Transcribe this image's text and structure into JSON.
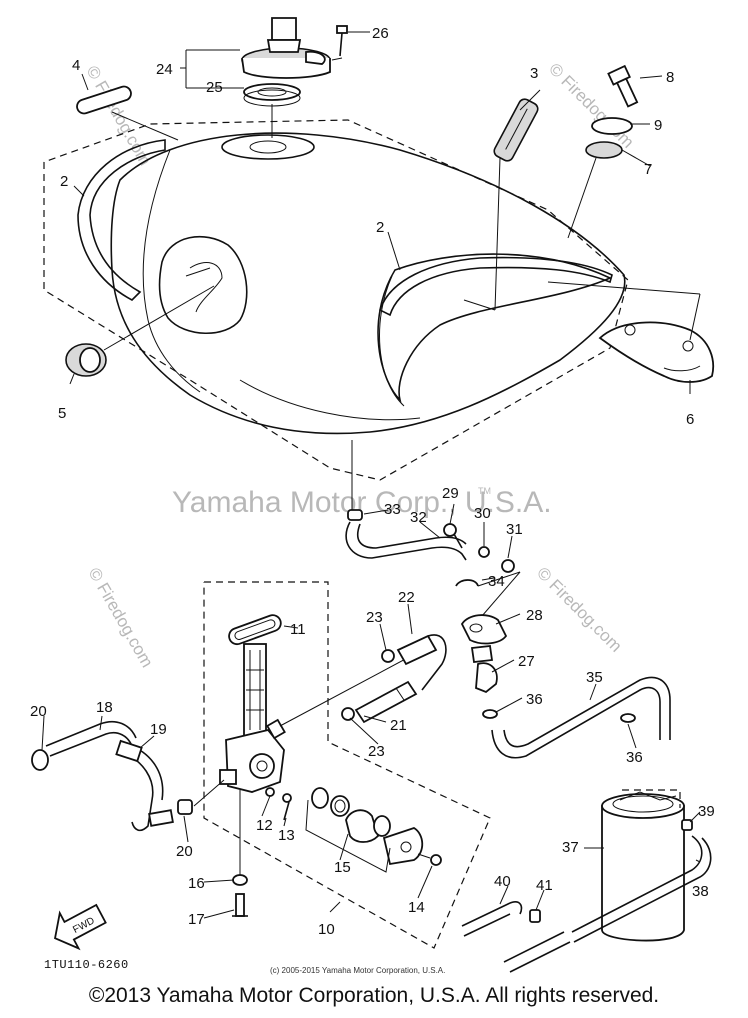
{
  "watermarks": {
    "main": "Yamaha Motor Corp., U.S.A.",
    "firedog": "© Firedog.com",
    "tm": "TM"
  },
  "diagram_code": "1TU110-6260",
  "small_copyright": "(c) 2005-2015 Yamaha Motor Corporation, U.S.A.",
  "copyright": "©2013 Yamaha Motor Corporation, U.S.A. All rights reserved.",
  "fwd_label": "FWD",
  "callouts": [
    "24",
    "25",
    "26",
    "4",
    "3",
    "8",
    "9",
    "7",
    "2",
    "2",
    "5",
    "6",
    "29",
    "33",
    "32",
    "30",
    "31",
    "34",
    "11",
    "22",
    "28",
    "23",
    "27",
    "35",
    "20",
    "18",
    "19",
    "21",
    "23",
    "36",
    "36",
    "20",
    "12",
    "13",
    "15",
    "16",
    "17",
    "10",
    "14",
    "37",
    "39",
    "38",
    "40",
    "41"
  ]
}
